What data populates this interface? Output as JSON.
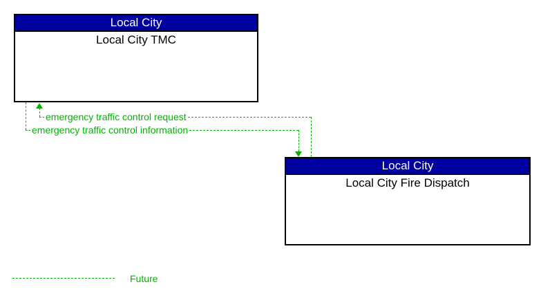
{
  "diagram": {
    "colors": {
      "entity_header_bg": "#0000a0",
      "entity_header_text": "#ffffff",
      "entity_border": "#000000",
      "future_flow_green": "#00b400",
      "background": "#ffffff"
    },
    "entities": [
      {
        "group": "Local City",
        "name": "Local City TMC"
      },
      {
        "group": "Local City",
        "name": "Local City Fire Dispatch"
      }
    ],
    "flows": [
      {
        "label": "emergency traffic control request",
        "from": "Local City Fire Dispatch",
        "to": "Local City TMC",
        "direction": "arrow-up-into-tmc",
        "status": "future"
      },
      {
        "label": "emergency traffic control information",
        "from": "Local City TMC",
        "to": "Local City Fire Dispatch",
        "direction": "arrow-down-into-fire-dispatch",
        "status": "future"
      }
    ],
    "legend": {
      "items": [
        {
          "label": "Future",
          "line_style": "dashed",
          "color": "#00b400"
        }
      ]
    }
  }
}
